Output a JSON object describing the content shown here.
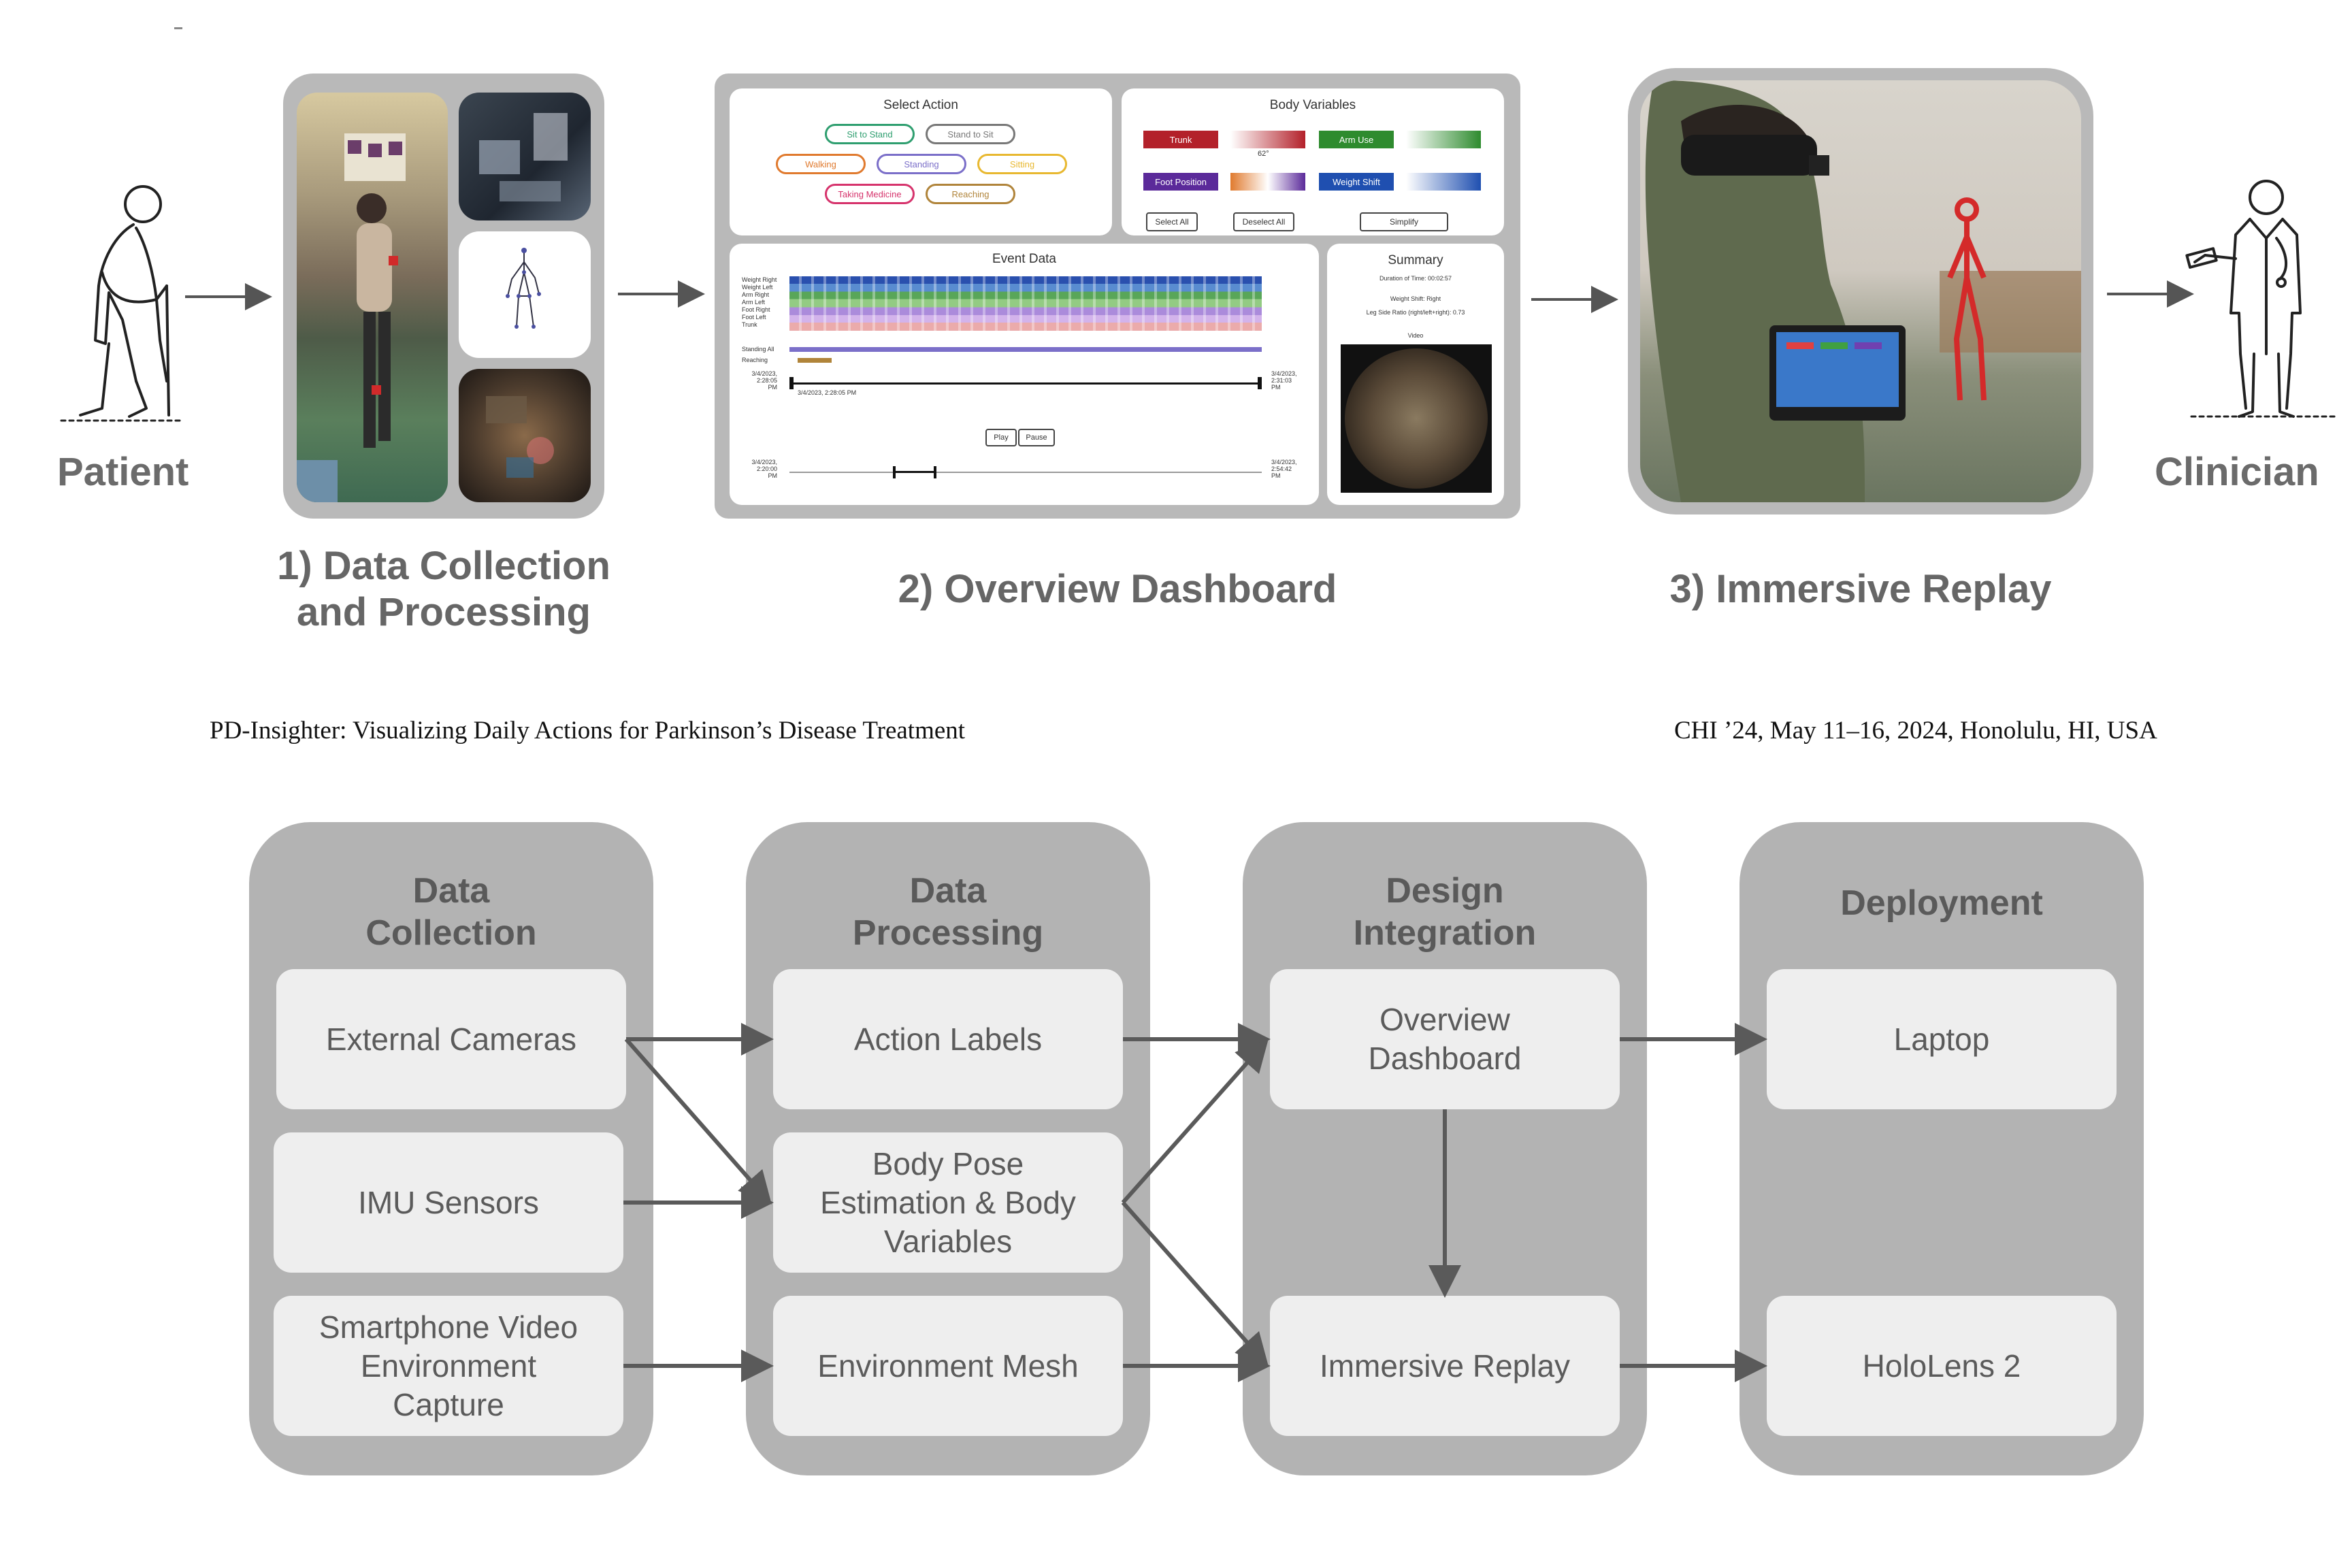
{
  "top_figure": {
    "patient_label": "Patient",
    "clinician_label": "Clinician",
    "stage1_title": "1) Data Collection\nand Processing",
    "stage2_title": "2) Overview Dashboard",
    "stage3_title": "3) Immersive Replay",
    "dashboard": {
      "select_action_title": "Select Action",
      "actions": [
        {
          "label": "Sit to Stand",
          "color": "#2e9e6f"
        },
        {
          "label": "Stand to Sit",
          "color": "#777777"
        },
        {
          "label": "Walking",
          "color": "#e07a2e"
        },
        {
          "label": "Standing",
          "color": "#7b6fc9"
        },
        {
          "label": "Sitting",
          "color": "#e8b830"
        },
        {
          "label": "Taking Medicine",
          "color": "#d6336c"
        },
        {
          "label": "Reaching",
          "color": "#b0843a"
        }
      ],
      "body_variables_title": "Body Variables",
      "variables": [
        {
          "label": "Trunk",
          "color": "#b3212a"
        },
        {
          "label": "Arm Use",
          "color": "#2e8b2e"
        },
        {
          "label": "Foot Position",
          "color": "#5b2a9a"
        },
        {
          "label": "Weight Shift",
          "color": "#1f4fb0"
        }
      ],
      "angle_label": "62°",
      "buttons": [
        "Select All",
        "Deselect All",
        "Simplify"
      ],
      "event_data_title": "Event Data",
      "row_labels": [
        "Weight Right",
        "Weight Left",
        "Arm Right",
        "Arm Left",
        "Foot Right",
        "Foot Left",
        "Trunk"
      ],
      "track_labels": [
        "Standing All",
        "Reaching"
      ],
      "timeline_start": "3/4/2023,\n2:28:05\nPM",
      "timeline_end": "3/4/2023,\n2:31:03\nPM",
      "timeline_cursor": "3/4/2023, 2:28:05 PM",
      "play_label": "Play",
      "pause_label": "Pause",
      "overview_start": "3/4/2023,\n2:20:00\nPM",
      "overview_end": "3/4/2023,\n2:54:42\nPM",
      "summary_title": "Summary",
      "summary_lines": [
        "Duration of Time: 00:02:57",
        "Weight Shift: Right",
        "Leg Side Ratio (right/left+right): 0.73"
      ],
      "video_label": "Video"
    }
  },
  "header": {
    "left": "PD-Insighter: Visualizing Daily Actions for Parkinson’s Disease Treatment",
    "right": "CHI ’24, May 11–16, 2024, Honolulu, HI, USA"
  },
  "pipeline": {
    "columns": [
      {
        "title": "Data\nCollection",
        "boxes": [
          "External Cameras",
          "IMU Sensors",
          "Smartphone Video\nEnvironment\nCapture"
        ]
      },
      {
        "title": "Data\nProcessing",
        "boxes": [
          "Action Labels",
          "Body Pose\nEstimation & Body\nVariables",
          "Environment Mesh"
        ]
      },
      {
        "title": "Design\nIntegration",
        "boxes": [
          "Overview\nDashboard",
          "Immersive Replay"
        ]
      },
      {
        "title": "Deployment",
        "boxes": [
          "Laptop",
          "HoloLens 2"
        ]
      }
    ]
  }
}
